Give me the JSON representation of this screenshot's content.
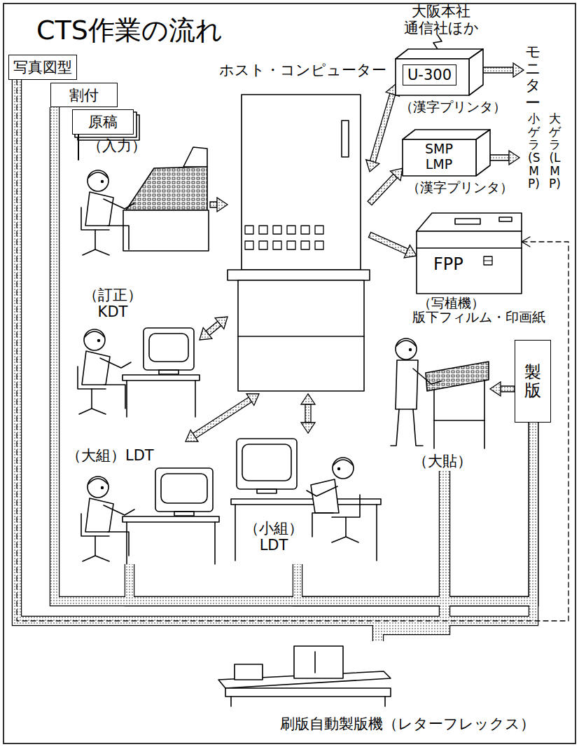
{
  "diagram": {
    "title": "CTS作業の流れ",
    "nodes": [
      {
        "text": [
          "写真図型"
        ]
      },
      {
        "text": [
          "割付"
        ]
      },
      {
        "text": [
          "原稿"
        ]
      },
      {
        "text": [
          "（入力）"
        ]
      },
      {
        "text": [
          "ホスト・コンピューター"
        ]
      },
      {
        "text": [
          "U-300",
          "（漢字プリンタ）"
        ]
      },
      {
        "text": [
          "大阪本社 通信社ほか"
        ]
      },
      {
        "text": [
          "モニター"
        ]
      },
      {
        "text": [
          "SMP LMP",
          "（漢字プリンタ）"
        ]
      },
      {
        "text": [
          "大ゲラ(LMP)",
          "小ゲラ(SMP)"
        ]
      },
      {
        "text": [
          "FPP",
          "（写植機）",
          "版下フィルム・印画紙"
        ]
      },
      {
        "text": [
          "（訂正） KDT"
        ]
      },
      {
        "text": [
          "（大組）LDT"
        ]
      },
      {
        "text": [
          "（小組） LDT"
        ]
      },
      {
        "text": [
          "（大貼）"
        ]
      },
      {
        "text": [
          "製版"
        ]
      },
      {
        "text": [
          "刷版自動製版機（レターフレックス）"
        ]
      }
    ],
    "edges": [
      {
        "from": 2,
        "to": 3,
        "arrow": "none"
      },
      {
        "from": 3,
        "to": 4,
        "arrow": "to"
      },
      {
        "from": 11,
        "to": 4,
        "arrow": "both"
      },
      {
        "from": 12,
        "to": 4,
        "arrow": "both"
      },
      {
        "from": 4,
        "to": 13,
        "arrow": "both"
      },
      {
        "from": 4,
        "to": 5,
        "arrow": "both"
      },
      {
        "from": 4,
        "to": 8,
        "arrow": "to"
      },
      {
        "from": 4,
        "to": 10,
        "arrow": "to"
      },
      {
        "from": 6,
        "to": 5,
        "arrow": "none"
      },
      {
        "from": 5,
        "to": 7,
        "arrow": "to"
      },
      {
        "from": 8,
        "to": 9,
        "arrow": "to"
      },
      {
        "from": 15,
        "to": 14,
        "arrow": "to"
      },
      {
        "from": 14,
        "to": 16,
        "arrow": "none"
      },
      {
        "from": 0,
        "to": 15,
        "arrow": "none"
      },
      {
        "from": 1,
        "to": 15,
        "arrow": "none"
      },
      {
        "from": 12,
        "to": 15,
        "arrow": "none"
      },
      {
        "from": 13,
        "to": 15,
        "arrow": "none"
      },
      {
        "from": 0,
        "to": 10,
        "arrow": "to"
      }
    ]
  }
}
